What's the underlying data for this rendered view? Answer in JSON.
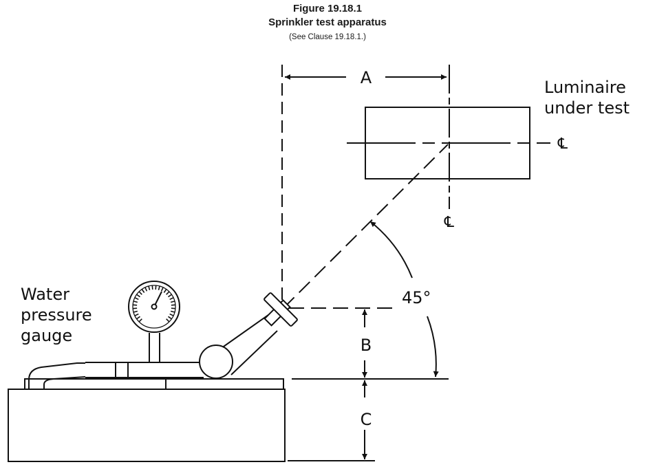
{
  "figure": {
    "number": "Figure 19.18.1",
    "title": "Sprinkler test apparatus",
    "reference": "(See Clause 19.18.1.)"
  },
  "labels": {
    "luminaire_line1": "Luminaire",
    "luminaire_line2": "under test",
    "gauge_line1": "Water",
    "gauge_line2": "pressure",
    "gauge_line3": "gauge",
    "centreline_symbol": "℄",
    "angle": "45°"
  },
  "dimensions": {
    "a": "A",
    "b": "B",
    "c": "C"
  },
  "colors": {
    "ink": "#111111",
    "background": "#ffffff"
  }
}
